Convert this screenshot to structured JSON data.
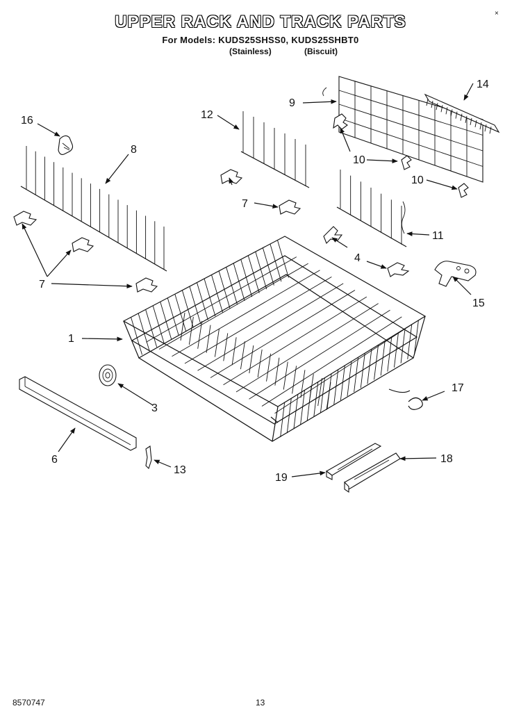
{
  "header": {
    "title": "UPPER RACK AND TRACK PARTS",
    "models": "For Models: KUDS25SHSS0, KUDS25SHBT0",
    "finish_left": "(Stainless)",
    "finish_right": "(Biscuit)"
  },
  "footer": {
    "doc_number": "8570747",
    "page_number": "13"
  },
  "callouts": {
    "c1": "1",
    "c3": "3",
    "c4": "4",
    "c6": "6",
    "c7a": "7",
    "c7b": "7",
    "c8": "8",
    "c9": "9",
    "c10a": "10",
    "c10b": "10",
    "c11": "11",
    "c12": "12",
    "c13": "13",
    "c14": "14",
    "c15": "15",
    "c16": "16",
    "c17": "17",
    "c18": "18",
    "c19": "19"
  }
}
